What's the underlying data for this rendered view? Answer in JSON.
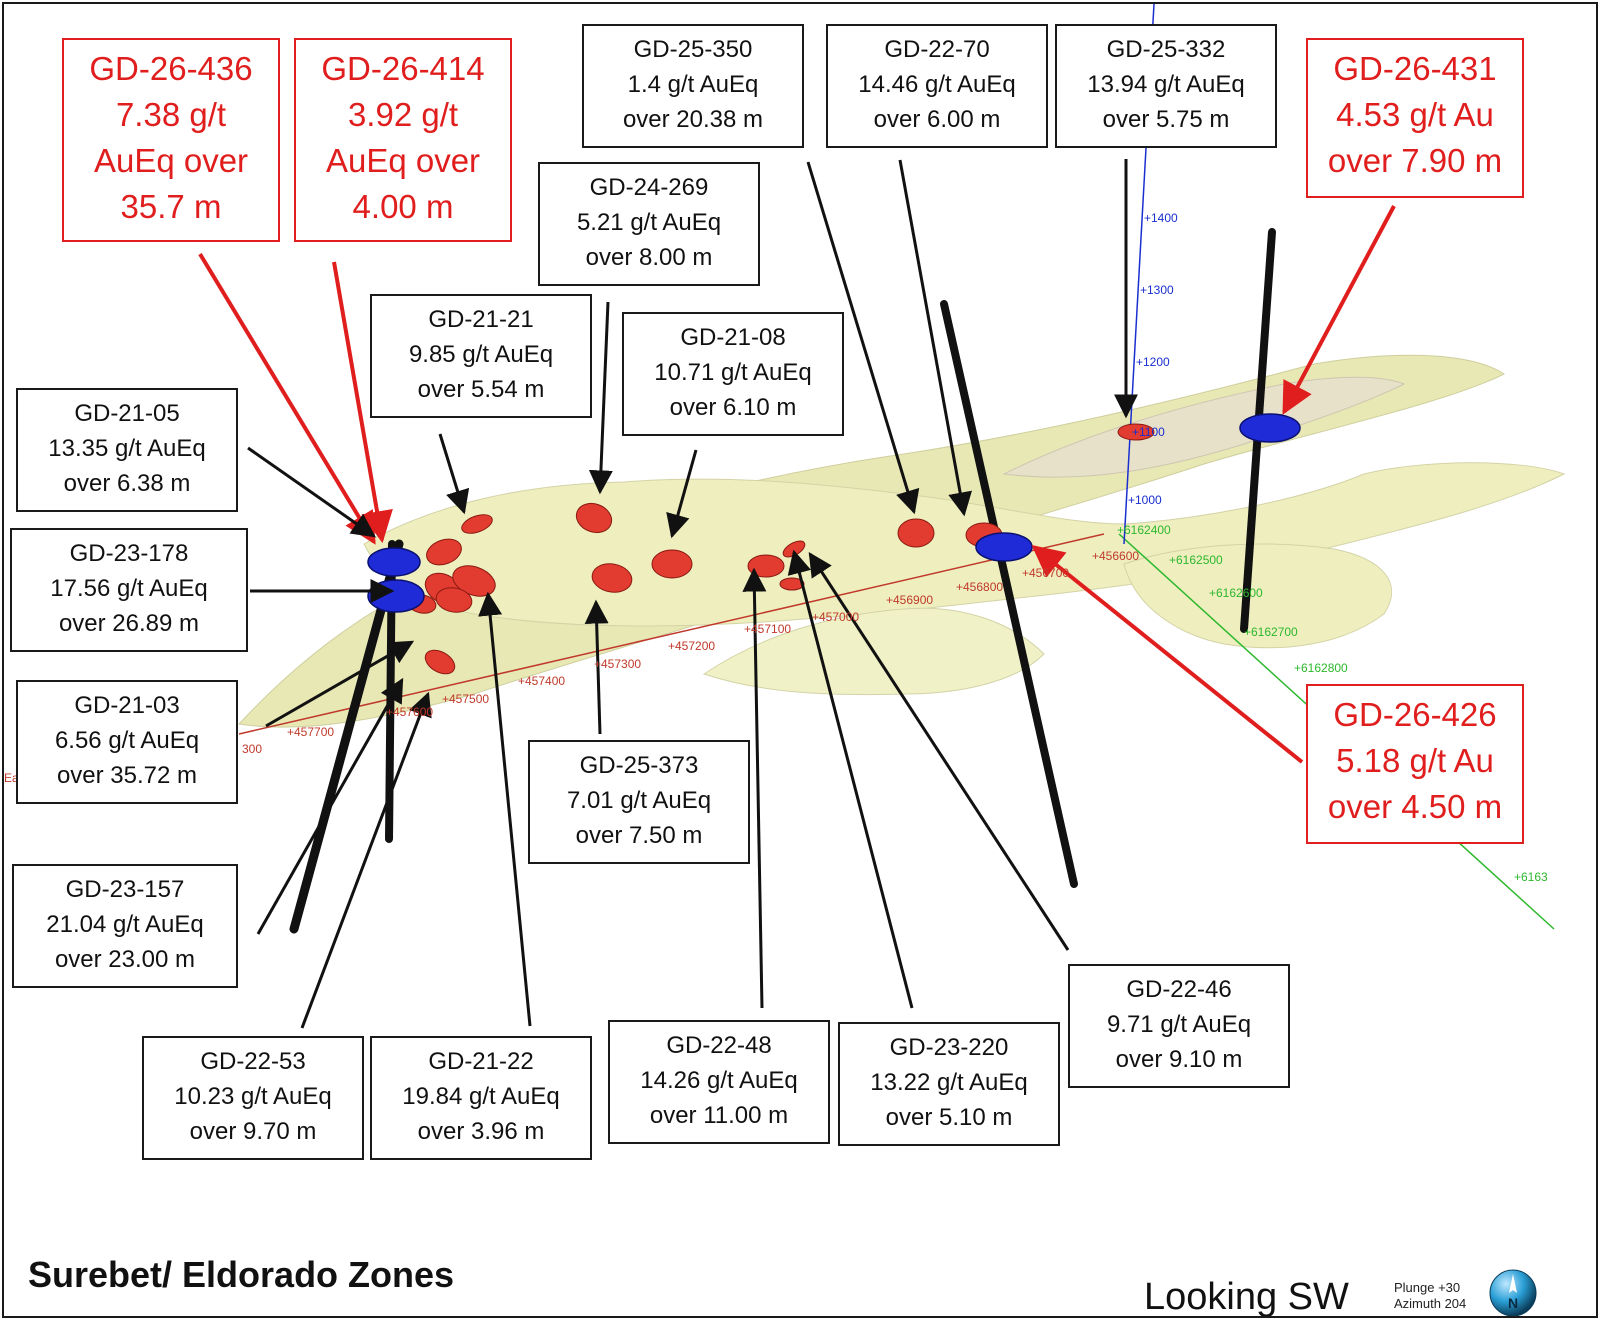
{
  "title": "Surebet/ Eldorado Zones",
  "view": {
    "looking": "Looking SW",
    "plunge": "Plunge +30",
    "azimuth": "Azimuth 204",
    "compass_letter": "N"
  },
  "colors": {
    "new_hole": "#e01e1e",
    "old_hole": "#111111",
    "easting_grid": "#c0392b",
    "northing_grid": "#2db82d",
    "elevation_grid": "#1a2fd0",
    "zone_surface": "#d7d77a"
  },
  "callouts": [
    {
      "id": "GD-26-436",
      "kind": "new",
      "lines": [
        "GD-26-436",
        "7.38 g/t",
        "AuEq over",
        "35.7 m"
      ]
    },
    {
      "id": "GD-26-414",
      "kind": "new",
      "lines": [
        "GD-26-414",
        "3.92 g/t",
        "AuEq over",
        "4.00 m"
      ]
    },
    {
      "id": "GD-25-350",
      "kind": "old",
      "lines": [
        "GD-25-350",
        "1.4 g/t AuEq",
        "over 20.38 m"
      ]
    },
    {
      "id": "GD-22-70",
      "kind": "old",
      "lines": [
        "GD-22-70",
        "14.46 g/t AuEq",
        "over 6.00 m"
      ]
    },
    {
      "id": "GD-25-332",
      "kind": "old",
      "lines": [
        "GD-25-332",
        "13.94 g/t AuEq",
        "over 5.75 m"
      ]
    },
    {
      "id": "GD-26-431",
      "kind": "new",
      "lines": [
        "GD-26-431",
        "4.53 g/t Au",
        "over 7.90 m"
      ]
    },
    {
      "id": "GD-24-269",
      "kind": "old",
      "lines": [
        "GD-24-269",
        "5.21 g/t AuEq",
        "over 8.00 m"
      ]
    },
    {
      "id": "GD-21-21",
      "kind": "old",
      "lines": [
        "GD-21-21",
        "9.85 g/t AuEq",
        "over 5.54 m"
      ]
    },
    {
      "id": "GD-21-08",
      "kind": "old",
      "lines": [
        "GD-21-08",
        "10.71 g/t AuEq",
        "over 6.10 m"
      ]
    },
    {
      "id": "GD-21-05",
      "kind": "old",
      "lines": [
        "GD-21-05",
        "13.35 g/t AuEq",
        "over 6.38 m"
      ]
    },
    {
      "id": "GD-23-178",
      "kind": "old",
      "lines": [
        "GD-23-178",
        "17.56 g/t AuEq",
        "over 26.89 m"
      ]
    },
    {
      "id": "GD-21-03",
      "kind": "old",
      "lines": [
        "GD-21-03",
        "6.56 g/t AuEq",
        "over 35.72 m"
      ]
    },
    {
      "id": "GD-25-373",
      "kind": "old",
      "lines": [
        "GD-25-373",
        "7.01 g/t AuEq",
        "over 7.50 m"
      ]
    },
    {
      "id": "GD-26-426",
      "kind": "new",
      "lines": [
        "GD-26-426",
        "5.18 g/t Au",
        "over 4.50 m"
      ]
    },
    {
      "id": "GD-23-157",
      "kind": "old",
      "lines": [
        "GD-23-157",
        "21.04 g/t AuEq",
        "over 23.00 m"
      ]
    },
    {
      "id": "GD-22-46",
      "kind": "old",
      "lines": [
        "GD-22-46",
        "9.71 g/t AuEq",
        "over 9.10 m"
      ]
    },
    {
      "id": "GD-22-53",
      "kind": "old",
      "lines": [
        "GD-22-53",
        "10.23 g/t AuEq",
        "over 9.70 m"
      ]
    },
    {
      "id": "GD-21-22",
      "kind": "old",
      "lines": [
        "GD-21-22",
        "19.84 g/t AuEq",
        "over 3.96 m"
      ]
    },
    {
      "id": "GD-22-48",
      "kind": "old",
      "lines": [
        "GD-22-48",
        "14.26 g/t AuEq",
        "over 11.00 m"
      ]
    },
    {
      "id": "GD-23-220",
      "kind": "old",
      "lines": [
        "GD-23-220",
        "13.22 g/t AuEq",
        "over 5.10 m"
      ]
    }
  ],
  "grid_labels": {
    "easting": [
      "+457700",
      "+457600",
      "+457500",
      "+457400",
      "+457300",
      "+457200",
      "+457100",
      "+457000",
      "+456900",
      "+456800",
      "+456700",
      "+456600",
      "300",
      "Ea"
    ],
    "northing": [
      "+6162400",
      "+6162500",
      "+6162600",
      "+6162700",
      "+6162800",
      "+6163"
    ],
    "elevation": [
      "+1400",
      "+1300",
      "+1200",
      "+1100",
      "+1000"
    ]
  }
}
